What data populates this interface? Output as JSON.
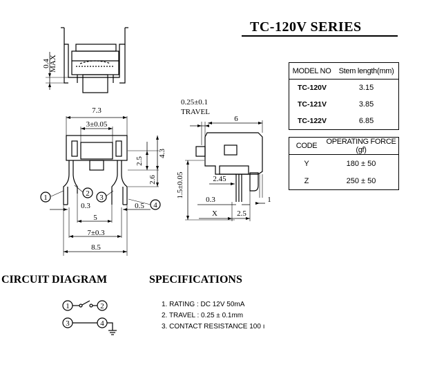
{
  "title": "TC-120V  SERIES",
  "model_table": {
    "headers": [
      "MODEL NO",
      "Stem length(mm)"
    ],
    "rows": [
      {
        "model": "TC-120V",
        "stem": "3.15"
      },
      {
        "model": "TC-121V",
        "stem": "3.85"
      },
      {
        "model": "TC-122V",
        "stem": "6.85"
      }
    ]
  },
  "force_table": {
    "headers": [
      "CODE",
      "OPERATING FORCE (gf)"
    ],
    "rows": [
      {
        "code": "Y",
        "force": "180 ± 50"
      },
      {
        "code": "Z",
        "force": "250 ± 50"
      }
    ]
  },
  "circuit_heading": "CIRCUIT  DIAGRAM",
  "spec_heading": "SPECIFICATIONS",
  "specifications": [
    "1. RATING : DC 12V  50mA",
    "2. TRAVEL : 0.25 ± 0.1mm",
    "3. CONTACT RESISTANCE 100 ı"
  ],
  "dimensions": {
    "top_max_value": "0.4",
    "top_max_label": "MAX",
    "width_73": "7.3",
    "width_3": "3±0.05",
    "height_25": "2.5",
    "height_43": "4.3",
    "height_26": "2.6",
    "pitch_03": "0.3",
    "pitch_05": "0.5",
    "pitch_5": "5",
    "pitch_7": "7±0.3",
    "width_85": "8.5",
    "travel_value": "0.25±0.1",
    "travel_label": "TRAVEL",
    "side_6": "6",
    "side_245": "2.45",
    "side_15": "1.5±0.05",
    "side_03": "0.3",
    "side_x": "X",
    "side_25": "2.5",
    "side_1": "1"
  },
  "pins": [
    "1",
    "2",
    "3",
    "4"
  ]
}
